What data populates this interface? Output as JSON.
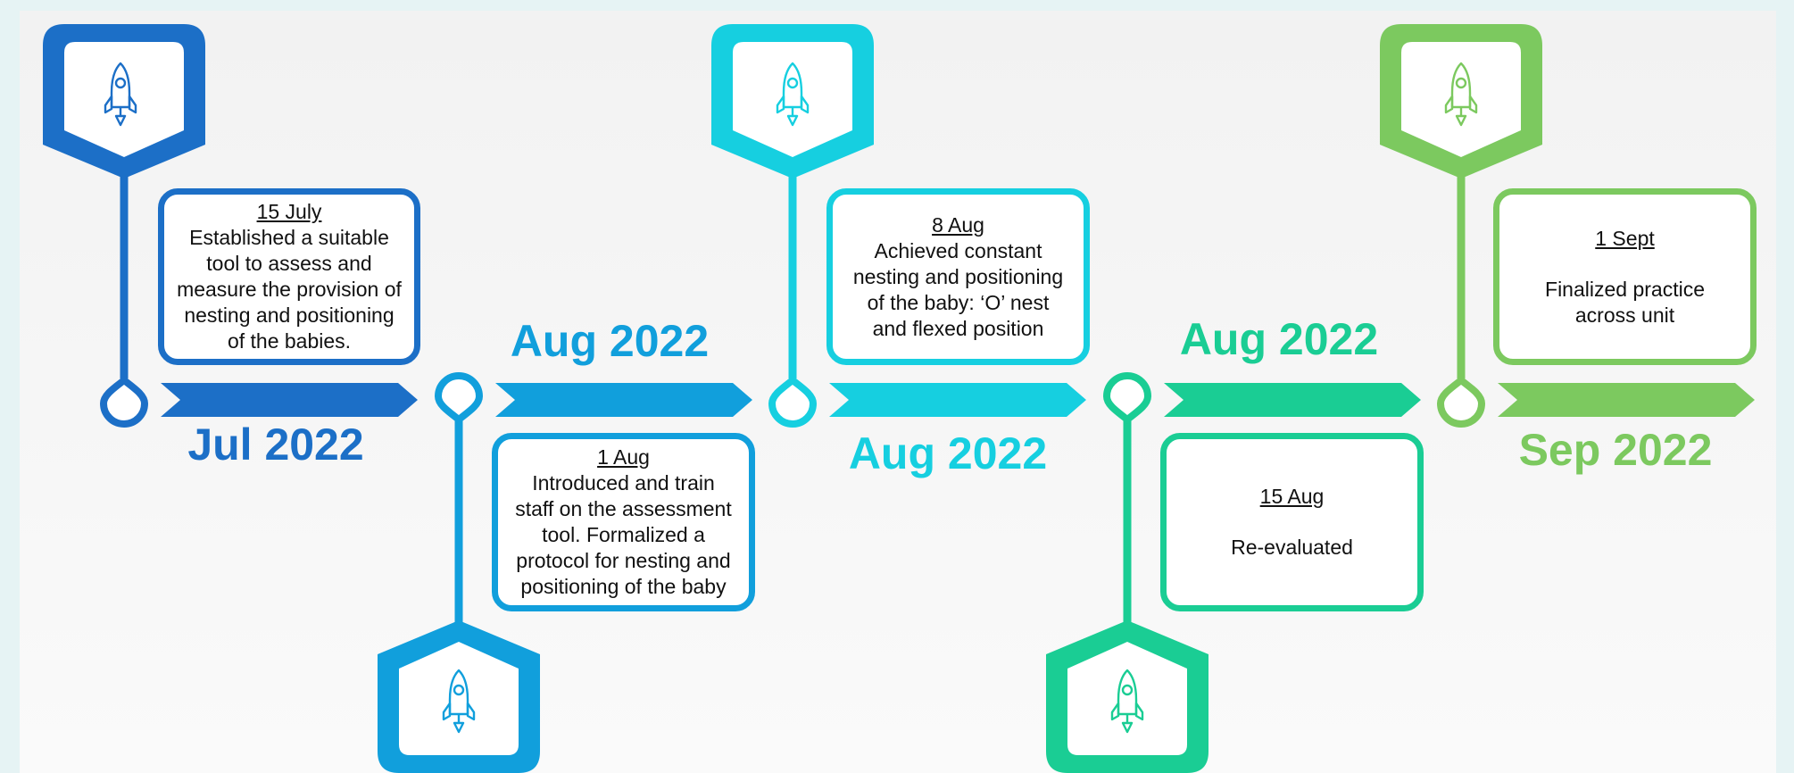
{
  "colors": {
    "blue_dark": "#1c6fc7",
    "blue_mid": "#119fdc",
    "cyan": "#16cfe0",
    "green_teal": "#1acd94",
    "green_light": "#7cc95f"
  },
  "icons": {
    "milestone": "rocket-icon"
  },
  "milestones": [
    {
      "date": "15 July",
      "description": "Established a suitable\ntool to assess and\nmeasure the provision of\nnesting and positioning\nof the babies.",
      "period": "Jul 2022"
    },
    {
      "date": "1 Aug",
      "description": "Introduced and train\nstaff on the assessment\ntool.  Formalized a\nprotocol for nesting and\npositioning of the baby",
      "period": "Aug 2022"
    },
    {
      "date": "8 Aug",
      "description": "Achieved constant\nnesting and positioning\nof the baby:  ‘O’ nest\nand flexed position",
      "period": "Aug 2022"
    },
    {
      "date": "15 Aug",
      "description": "Re-evaluated",
      "period": "Aug 2022"
    },
    {
      "date": "1 Sept",
      "description": "Finalized practice\nacross unit",
      "period": "Sep 2022"
    }
  ]
}
